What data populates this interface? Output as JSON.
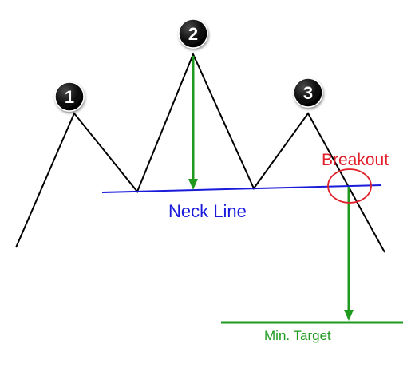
{
  "peaks": [
    {
      "label": "1"
    },
    {
      "label": "2"
    },
    {
      "label": "3"
    }
  ],
  "labels": {
    "neck_line": "Neck Line",
    "breakout": "Breakout",
    "min_target": "Min. Target"
  },
  "colors": {
    "price_line": "#000000",
    "neck_line": "#1a1adb",
    "measure_arrow": "#1f9a1f",
    "breakout_marker": "#e0202a",
    "badge_fill": "#000000",
    "badge_text": "#ffffff"
  }
}
